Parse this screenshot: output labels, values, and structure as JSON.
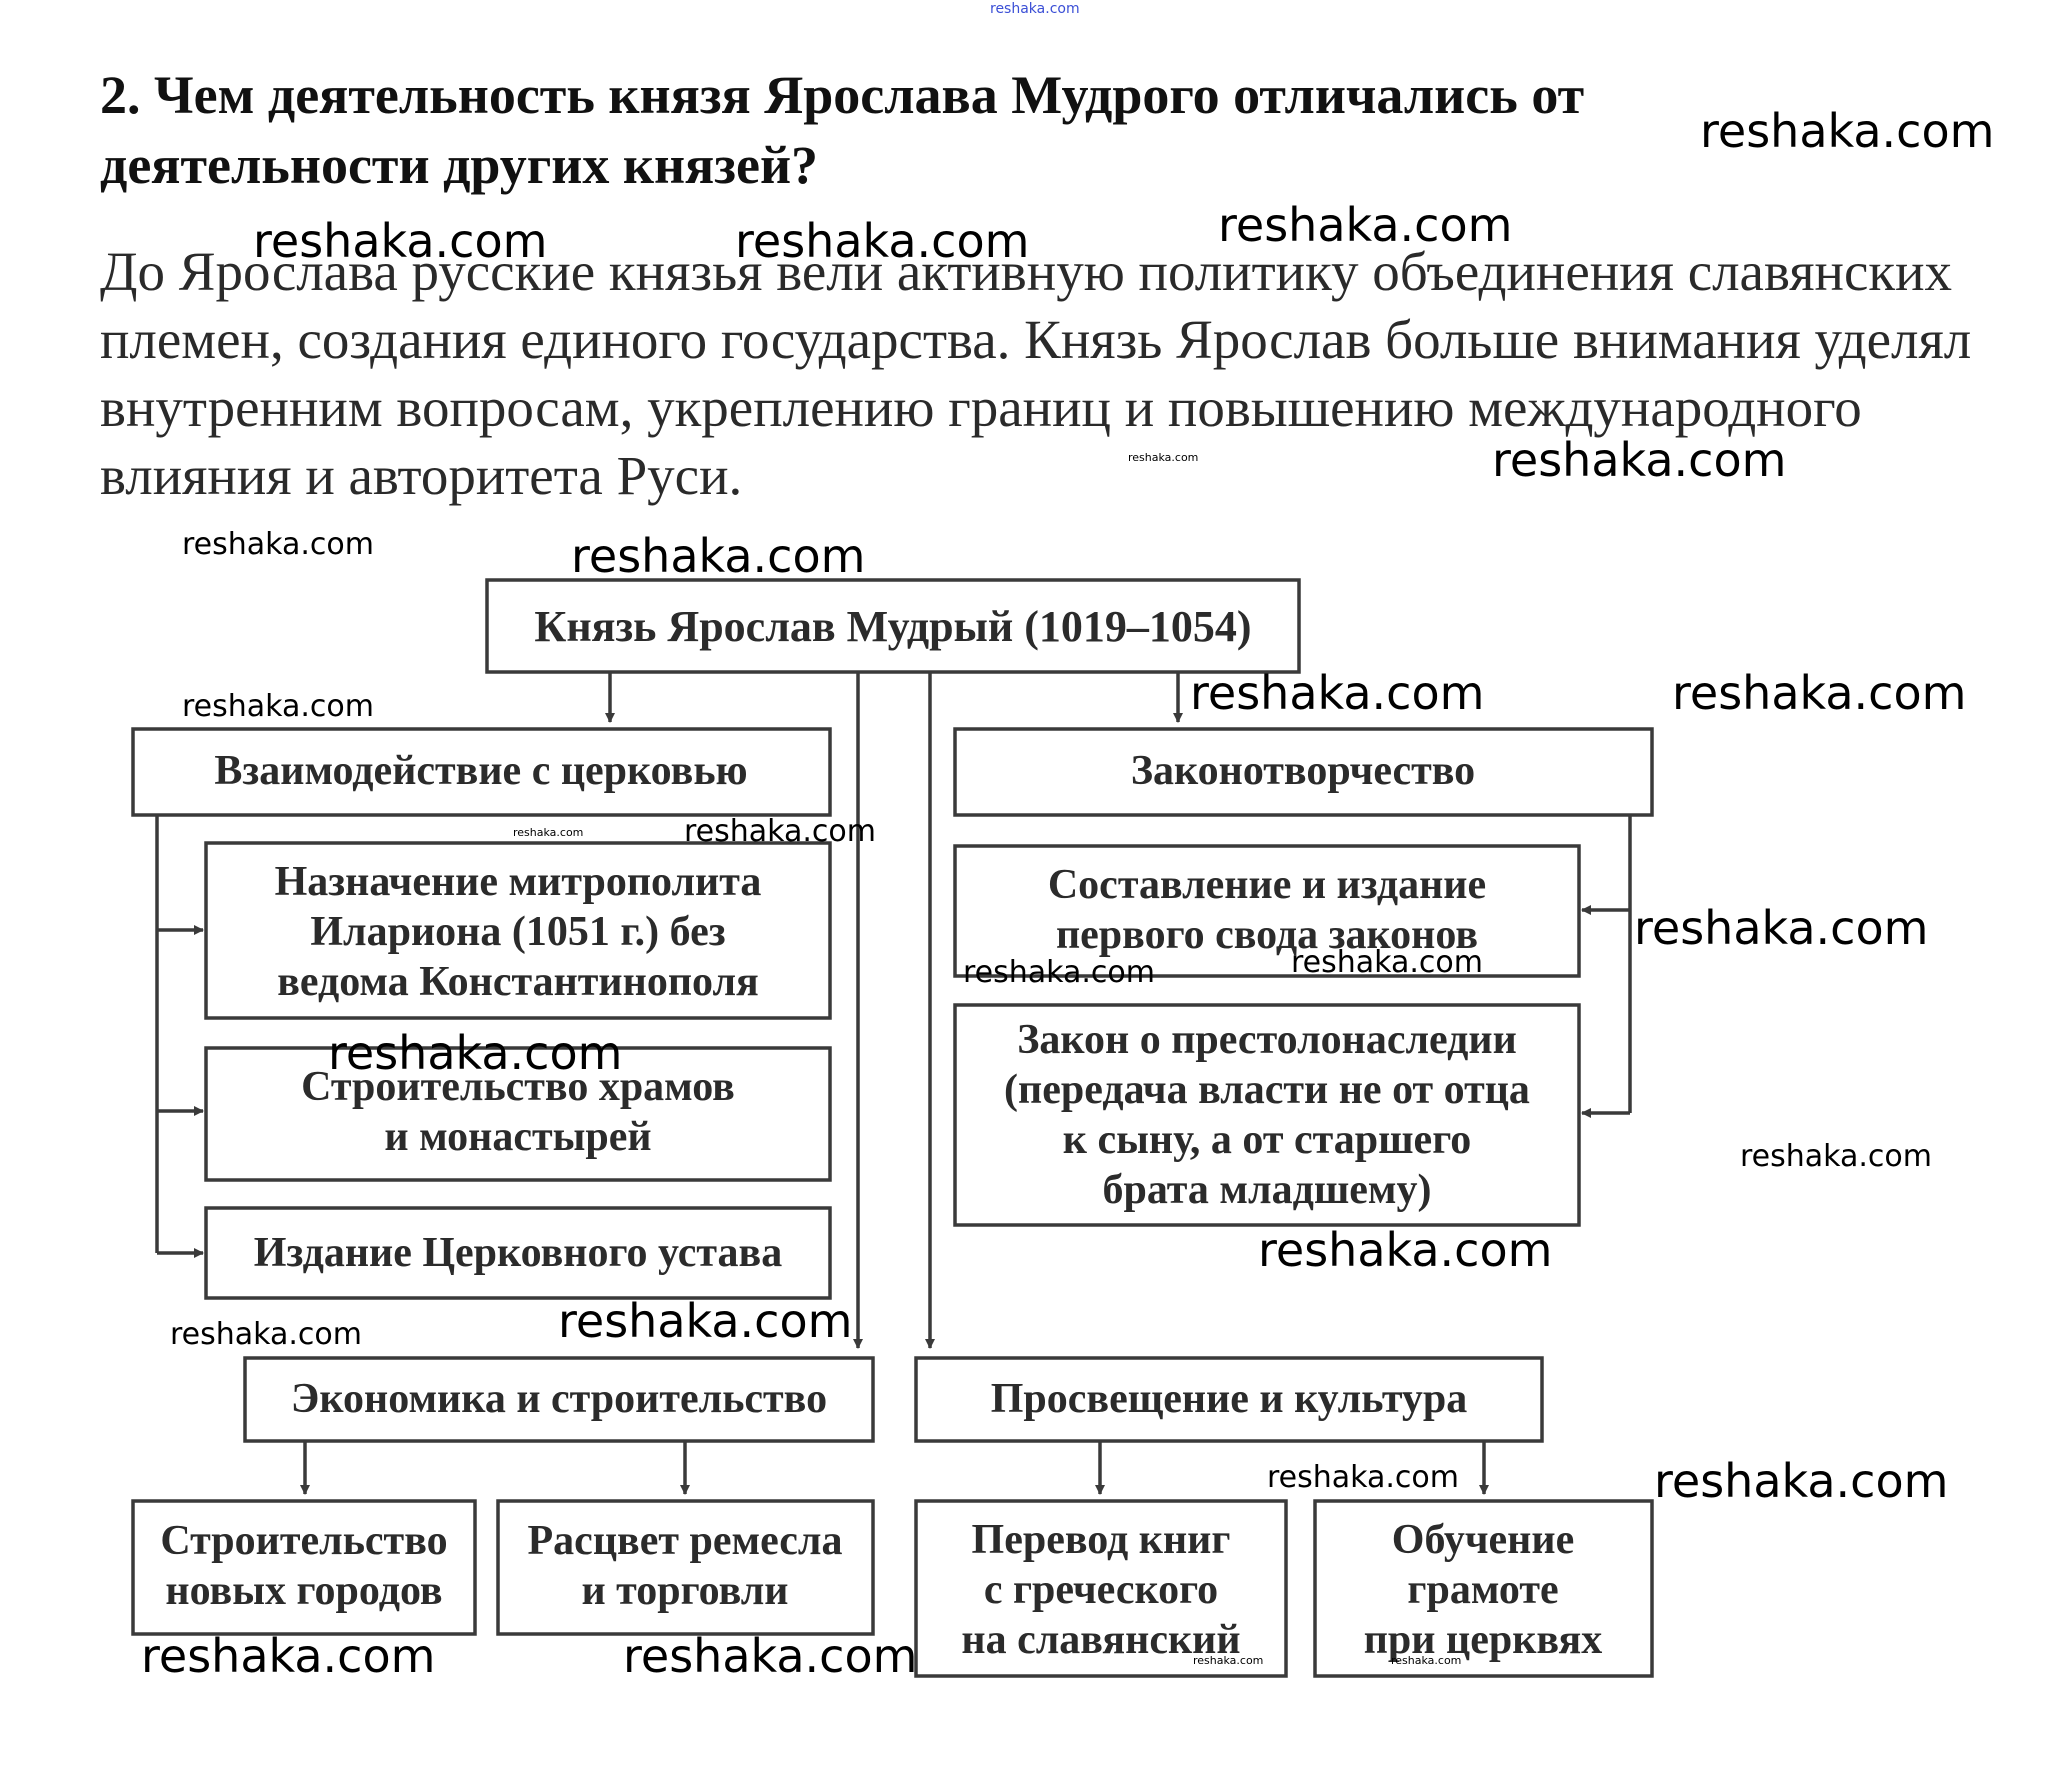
{
  "question": {
    "line1": "2. Чем деятельность князя Ярослава Мудрого отличались от",
    "line2": "деятельности других князей?"
  },
  "answer": "До Ярослава русские князья вели активную политику объединения славянских племен, создания единого государства. Князь Ярослав больше внимания уделял внутренним вопросам, укреплению границ и повышению международного влияния и авторитета Руси.",
  "diagram": {
    "root": "Князь Ярослав Мудрый (1019–1054)",
    "church": {
      "title": "Взаимодействие с церковью",
      "items": [
        [
          "Назначение митрополита",
          "Илариона (1051 г.) без",
          "ведома Константинополя"
        ],
        [
          "Строительство храмов",
          "и монастырей"
        ],
        [
          "Издание Церковного устава"
        ]
      ]
    },
    "law": {
      "title": "Законотворчество",
      "items": [
        [
          "Составление и издание",
          "первого свода законов"
        ],
        [
          "Закон о престолонаследии",
          "(передача власти не от отца",
          "к сыну, а от старшего",
          "брата младшему)"
        ]
      ]
    },
    "economy": {
      "title": "Экономика и строительство",
      "items": [
        [
          "Строительство",
          "новых городов"
        ],
        [
          "Расцвет ремесла",
          "и торговли"
        ]
      ]
    },
    "culture": {
      "title": "Просвещение и культура",
      "items": [
        [
          "Перевод книг",
          "с греческого",
          "на славянский"
        ],
        [
          "Обучение",
          "грамоте",
          "при церквях"
        ]
      ]
    }
  },
  "watermark": "reshaka.com"
}
